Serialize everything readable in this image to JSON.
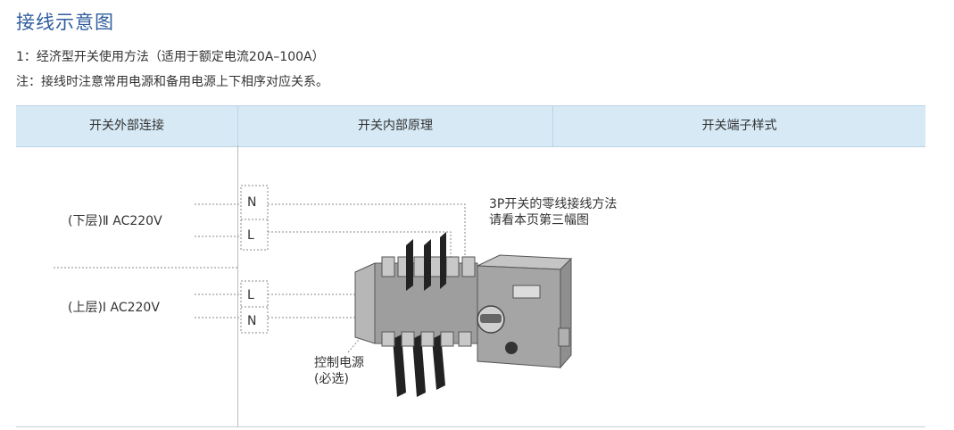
{
  "header": {
    "title": "接线示意图",
    "line1": "1：经济型开关使用方法（适用于额定电流20A–100A）",
    "line2": "注：接线时注意常用电源和备用电源上下相序对应关系。"
  },
  "table": {
    "columns": [
      "开关外部连接",
      "开关内部原理",
      "开关端子样式"
    ]
  },
  "diagram": {
    "lower_layer": "(下层)Ⅱ AC220V",
    "upper_layer": "(上层)Ⅰ  AC220V",
    "terminals": [
      "N",
      "L",
      "L",
      "N"
    ],
    "note_line1": "3P开关的零线接线方法",
    "note_line2": "请看本页第三幅图",
    "control_line1": "控制电源",
    "control_line2": "(必选)"
  },
  "colors": {
    "title": "#2f5d9e",
    "header_bg": "#d6e9f5",
    "switch_body": "#8a8a8a"
  }
}
